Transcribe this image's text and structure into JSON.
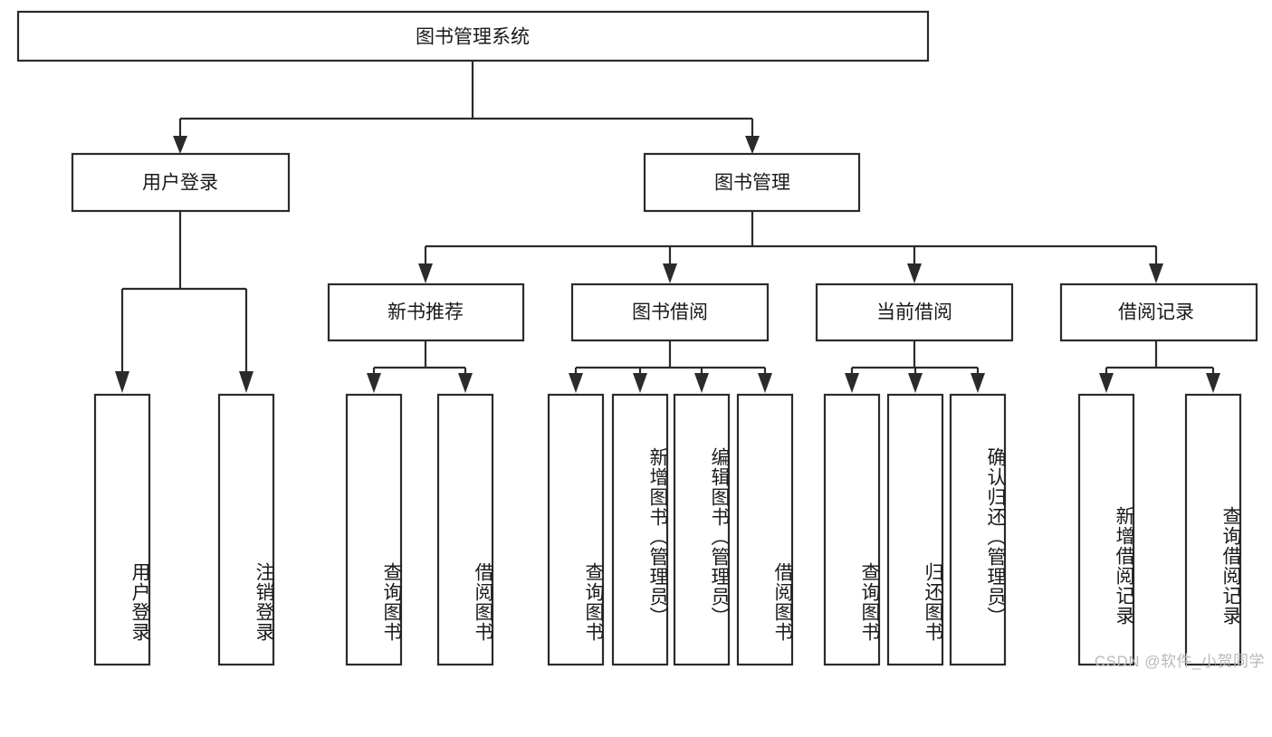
{
  "diagram": {
    "type": "tree-hierarchy",
    "title": "图书管理系统",
    "watermark": "CSDN @软件_小贺同学",
    "colors": {
      "box_stroke": "#2b2b2b",
      "box_fill": "#ffffff",
      "text": "#1a1a1a",
      "background": "#ffffff",
      "watermark": "#b9b9b9"
    },
    "levels": {
      "root": "图书管理系统",
      "level2": [
        "用户登录",
        "图书管理"
      ],
      "level3": [
        "新书推荐",
        "图书借阅",
        "当前借阅",
        "借阅记录"
      ]
    },
    "nodes": {
      "root": {
        "label": "图书管理系统",
        "orientation": "horizontal"
      },
      "user_login": {
        "label": "用户登录",
        "orientation": "horizontal"
      },
      "book_manage": {
        "label": "图书管理",
        "orientation": "horizontal"
      },
      "new_book_rec": {
        "label": "新书推荐",
        "orientation": "horizontal"
      },
      "book_borrow": {
        "label": "图书借阅",
        "orientation": "horizontal"
      },
      "current_borrow": {
        "label": "当前借阅",
        "orientation": "horizontal"
      },
      "borrow_record": {
        "label": "借阅记录",
        "orientation": "horizontal"
      }
    },
    "leaves": {
      "user_login": [
        {
          "label": "用户登录",
          "orientation": "vertical"
        },
        {
          "label": "注销登录",
          "orientation": "vertical"
        }
      ],
      "new_book_rec": [
        {
          "label": "查询图书",
          "orientation": "vertical"
        },
        {
          "label": "借阅图书",
          "orientation": "vertical"
        }
      ],
      "book_borrow": [
        {
          "label": "查询图书",
          "orientation": "vertical"
        },
        {
          "label": "新增图书（管理员）",
          "orientation": "vertical"
        },
        {
          "label": "编辑图书（管理员）",
          "orientation": "vertical"
        },
        {
          "label": "借阅图书",
          "orientation": "vertical"
        }
      ],
      "current_borrow": [
        {
          "label": "查询图书",
          "orientation": "vertical"
        },
        {
          "label": "归还图书",
          "orientation": "vertical"
        },
        {
          "label": "确认归还（管理员）",
          "orientation": "vertical"
        }
      ],
      "borrow_record": [
        {
          "label": "新增借阅记录",
          "orientation": "vertical"
        },
        {
          "label": "查询借阅记录",
          "orientation": "vertical"
        }
      ]
    },
    "edges": [
      {
        "from": "图书管理系统",
        "to": "用户登录"
      },
      {
        "from": "图书管理系统",
        "to": "图书管理"
      },
      {
        "from": "图书管理",
        "to": "新书推荐"
      },
      {
        "from": "图书管理",
        "to": "图书借阅"
      },
      {
        "from": "图书管理",
        "to": "当前借阅"
      },
      {
        "from": "图书管理",
        "to": "借阅记录"
      },
      {
        "from": "用户登录",
        "to": "用户登录"
      },
      {
        "from": "用户登录",
        "to": "注销登录"
      },
      {
        "from": "新书推荐",
        "to": "查询图书"
      },
      {
        "from": "新书推荐",
        "to": "借阅图书"
      },
      {
        "from": "图书借阅",
        "to": "查询图书"
      },
      {
        "from": "图书借阅",
        "to": "新增图书（管理员）"
      },
      {
        "from": "图书借阅",
        "to": "编辑图书（管理员）"
      },
      {
        "from": "图书借阅",
        "to": "借阅图书"
      },
      {
        "from": "当前借阅",
        "to": "查询图书"
      },
      {
        "from": "当前借阅",
        "to": "归还图书"
      },
      {
        "from": "当前借阅",
        "to": "确认归还（管理员）"
      },
      {
        "from": "借阅记录",
        "to": "新增借阅记录"
      },
      {
        "from": "借阅记录",
        "to": "查询借阅记录"
      }
    ]
  }
}
